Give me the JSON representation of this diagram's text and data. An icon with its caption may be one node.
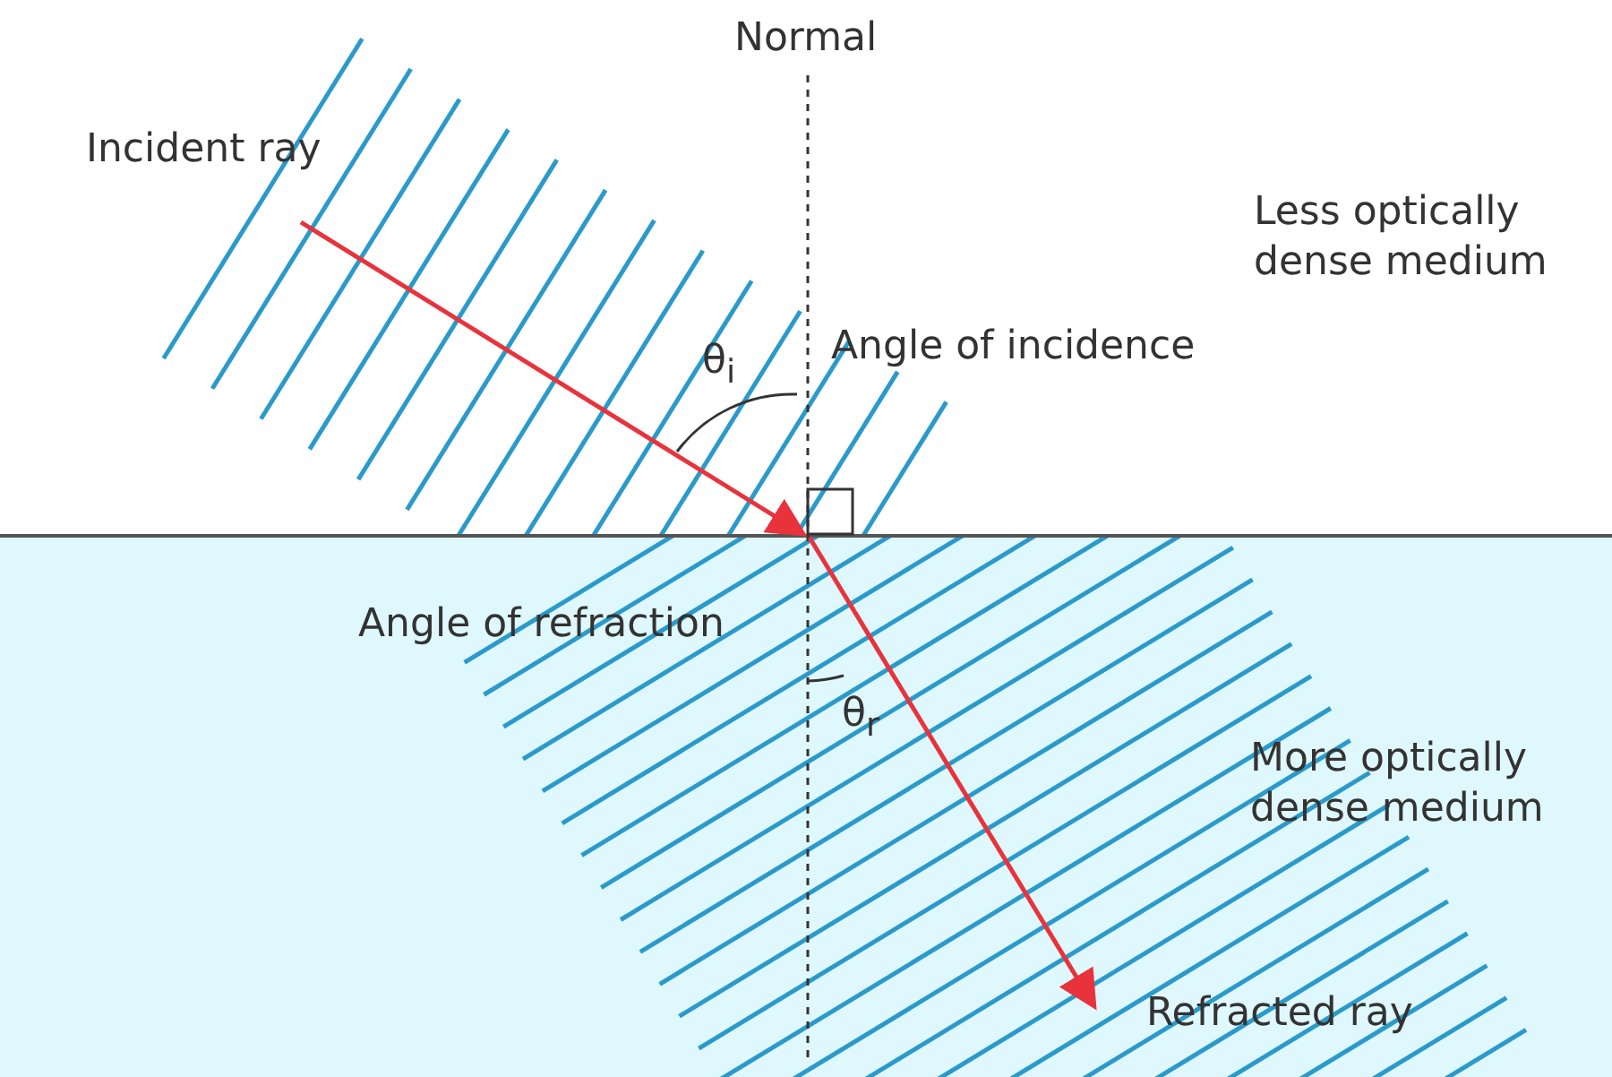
{
  "diagram": {
    "labels": [
      "Normal",
      "Incident ray",
      "Less optically dense medium",
      "θ$_{i}$",
      "Angle of incidence",
      "Angle of refraction",
      "θ$_{r}$",
      "More optically dense medium",
      "Refracted ray"
    ]
  }
}
